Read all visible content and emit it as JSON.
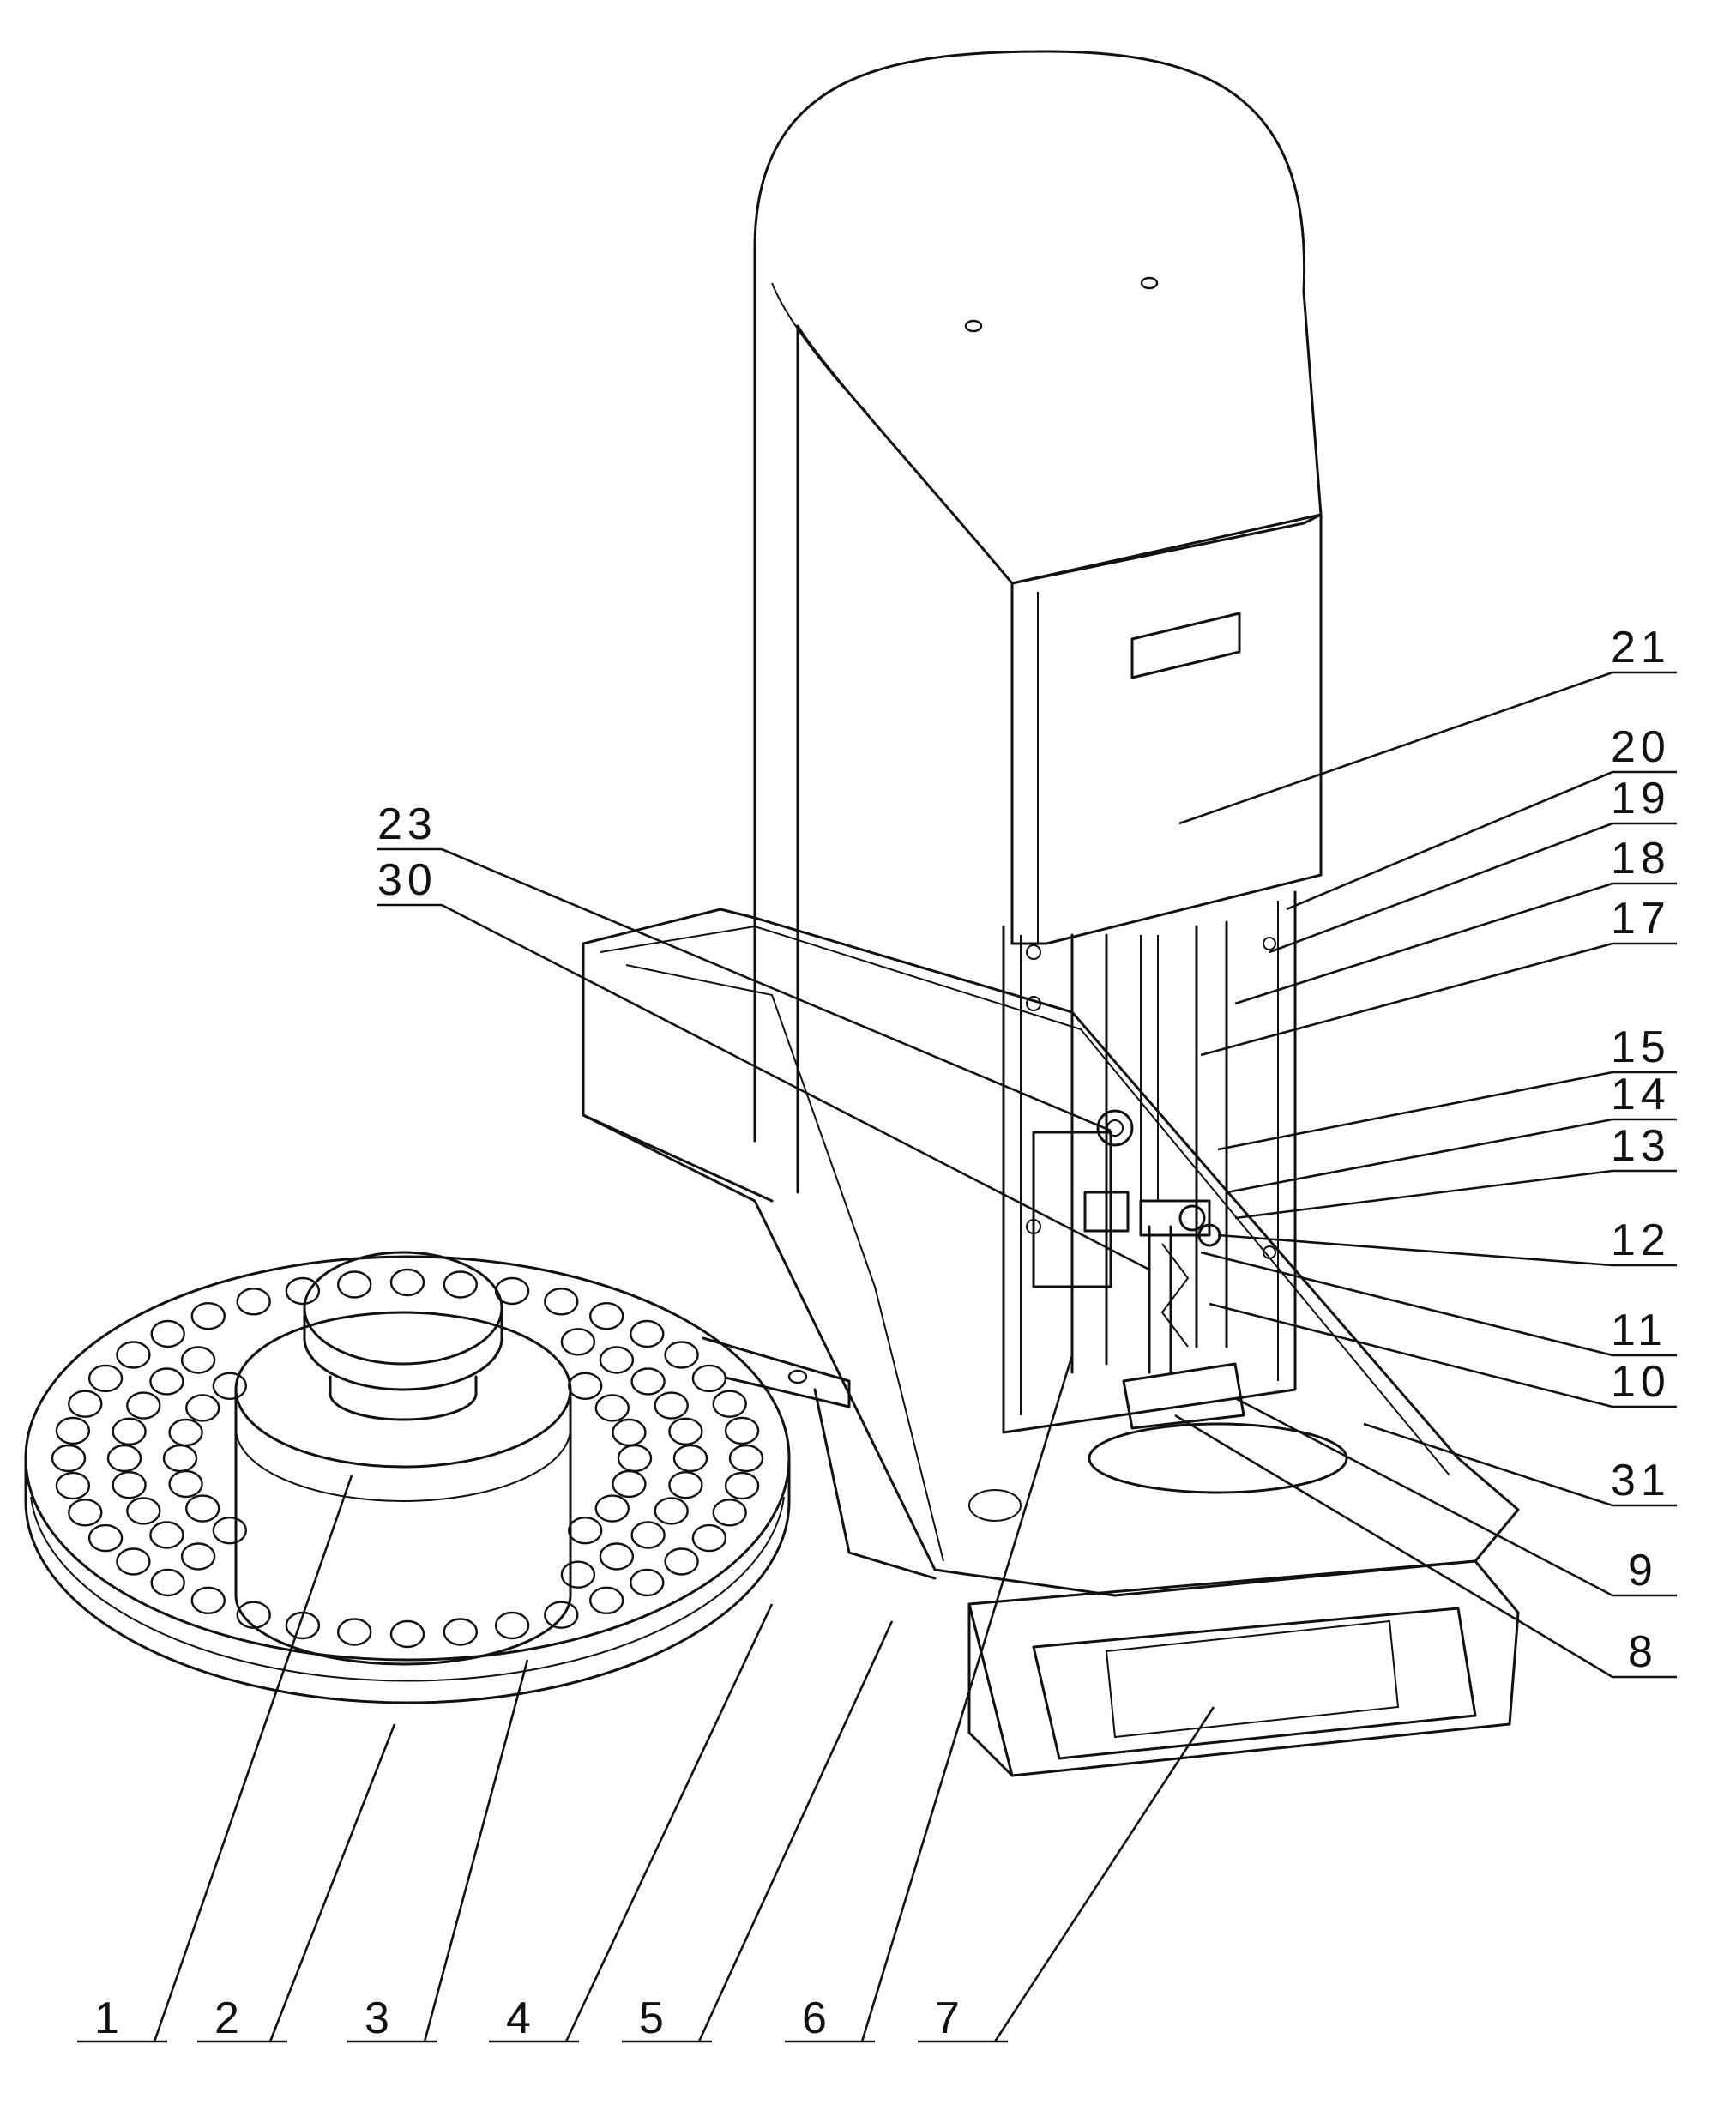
{
  "labels": {
    "l1": "1",
    "l2": "2",
    "l3": "3",
    "l4": "4",
    "l5": "5",
    "l6": "6",
    "l7": "7",
    "l8": "8",
    "l9": "9",
    "l10": "10",
    "l11": "11",
    "l12": "12",
    "l13": "13",
    "l14": "14",
    "l15": "15",
    "l17": "17",
    "l18": "18",
    "l19": "19",
    "l20": "20",
    "l21": "21",
    "l23": "23",
    "l30": "30",
    "l31": "31"
  }
}
